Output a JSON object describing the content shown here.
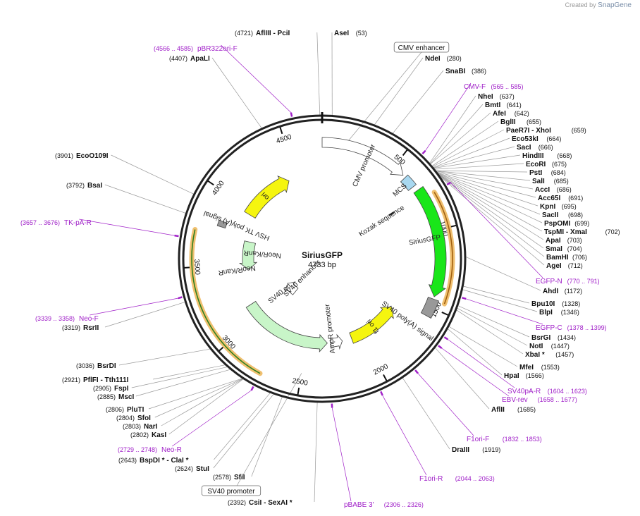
{
  "credit": {
    "prefix": "Created by",
    "brand": "SnapGene"
  },
  "plasmid": {
    "name": "SiriusGFP",
    "length": 4733,
    "size_label": "4733 bp"
  },
  "ticks": [
    "500",
    "1000",
    "1500",
    "2000",
    "2500",
    "3000",
    "3500",
    "4000",
    "4500"
  ],
  "features": [
    {
      "name": "CMV promoter",
      "color": "#ffffff"
    },
    {
      "name": "MCS",
      "color": "#a8d8f0"
    },
    {
      "name": "Kozak sequence",
      "color": "#000000"
    },
    {
      "name": "SiriusGFP",
      "color": "#19e619"
    },
    {
      "name": "SV40 poly(A) signal",
      "color": "#999999"
    },
    {
      "name": "f1 ori",
      "color": "#f5f50f"
    },
    {
      "name": "AmpR promoter",
      "color": "#ffffff"
    },
    {
      "name": "SV40 ori",
      "color": "#f5f50f"
    },
    {
      "name": "SV40 enhancer",
      "color": "#ffffff"
    },
    {
      "name": "NeoR/KanR",
      "color": "#c8f5c8"
    },
    {
      "name": "HSV TK poly(A) signal",
      "color": "#999999"
    },
    {
      "name": "ori",
      "color": "#f5f50f"
    }
  ],
  "boxed_labels": {
    "cmv_enhancer": "CMV enhancer",
    "sv40_promoter": "SV40 promoter"
  },
  "right_sites": [
    {
      "name": "AseI",
      "pos": "(53)"
    },
    {
      "name": "NdeI",
      "pos": "(280)"
    },
    {
      "name": "SnaBI",
      "pos": "(386)"
    },
    {
      "name": "NheI",
      "pos": "(637)"
    },
    {
      "name": "BmtI",
      "pos": "(641)"
    },
    {
      "name": "AfeI",
      "pos": "(642)"
    },
    {
      "name": "BglII",
      "pos": "(655)"
    },
    {
      "name": "PaeR7I  - XhoI",
      "pos": "(659)"
    },
    {
      "name": "Eco53kI",
      "pos": "(664)"
    },
    {
      "name": "SacI",
      "pos": "(666)"
    },
    {
      "name": "HindIII",
      "pos": "(668)"
    },
    {
      "name": "EcoRI",
      "pos": "(675)"
    },
    {
      "name": "PstI",
      "pos": "(684)"
    },
    {
      "name": "SalI",
      "pos": "(685)"
    },
    {
      "name": "AccI",
      "pos": "(686)"
    },
    {
      "name": "Acc65I",
      "pos": "(691)"
    },
    {
      "name": "KpnI",
      "pos": "(695)"
    },
    {
      "name": "SacII",
      "pos": "(698)"
    },
    {
      "name": "PspOMI",
      "pos": "(699)"
    },
    {
      "name": "TspMI  - XmaI",
      "pos": "(702)"
    },
    {
      "name": "ApaI",
      "pos": "(703)"
    },
    {
      "name": "SmaI",
      "pos": "(704)"
    },
    {
      "name": "BamHI",
      "pos": "(706)"
    },
    {
      "name": "AgeI",
      "pos": "(712)"
    },
    {
      "name": "AhdI",
      "pos": "(1172)"
    },
    {
      "name": "Bpu10I",
      "pos": "(1328)"
    },
    {
      "name": "BlpI",
      "pos": "(1346)"
    },
    {
      "name": "BsrGI",
      "pos": "(1434)"
    },
    {
      "name": "NotI",
      "pos": "(1447)"
    },
    {
      "name": "XbaI *",
      "pos": "(1457)"
    },
    {
      "name": "MfeI",
      "pos": "(1553)"
    },
    {
      "name": "HpaI",
      "pos": "(1566)"
    },
    {
      "name": "AflII",
      "pos": "(1685)"
    },
    {
      "name": "DraIII",
      "pos": "(1919)"
    }
  ],
  "left_sites": [
    {
      "name": "AflIII  - PciI",
      "pos": "(4721)"
    },
    {
      "name": "ApaLI",
      "pos": "(4407)"
    },
    {
      "name": "EcoO109I",
      "pos": "(3901)"
    },
    {
      "name": "BsaI",
      "pos": "(3792)"
    },
    {
      "name": "RsrII",
      "pos": "(3319)"
    },
    {
      "name": "BsrDI",
      "pos": "(3036)"
    },
    {
      "name": "PflFI  - Tth111I",
      "pos": "(2921)"
    },
    {
      "name": "FspI",
      "pos": "(2905)"
    },
    {
      "name": "MscI",
      "pos": "(2885)"
    },
    {
      "name": "PluTI",
      "pos": "(2806)"
    },
    {
      "name": "SfoI",
      "pos": "(2804)"
    },
    {
      "name": "NarI",
      "pos": "(2803)"
    },
    {
      "name": "KasI",
      "pos": "(2802)"
    },
    {
      "name": "BspDI *  - ClaI *",
      "pos": "(2643)"
    },
    {
      "name": "StuI",
      "pos": "(2624)"
    },
    {
      "name": "SfiI",
      "pos": "(2578)"
    },
    {
      "name": "CsiI  - SexAI *",
      "pos": "(2392)"
    }
  ],
  "primers": [
    {
      "name": "pBR322ori-F",
      "range": "(4566 .. 4585)"
    },
    {
      "name": "CMV-F",
      "range": "(565 .. 585)"
    },
    {
      "name": "EGFP-N",
      "range": "(770 .. 791)"
    },
    {
      "name": "EGFP-C",
      "range": "(1378 .. 1399)"
    },
    {
      "name": "SV40pA-R",
      "range": "(1604 .. 1623)"
    },
    {
      "name": "EBV-rev",
      "range": "(1658 .. 1677)"
    },
    {
      "name": "F1ori-F",
      "range": "(1832 .. 1853)"
    },
    {
      "name": "F1ori-R",
      "range": "(2044 .. 2063)"
    },
    {
      "name": "pBABE 3'",
      "range": "(2306 .. 2326)"
    },
    {
      "name": "Neo-R",
      "range": "(2729 .. 2748)"
    },
    {
      "name": "Neo-F",
      "range": "(3339 .. 3358)"
    },
    {
      "name": "TK-pA-R",
      "range": "(3657 .. 3676)"
    }
  ]
}
